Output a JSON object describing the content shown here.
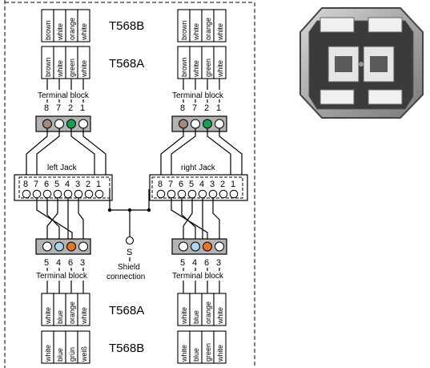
{
  "top_left": {
    "row1": [
      "brown",
      "white",
      "orange",
      "white"
    ],
    "row2": [
      "brown",
      "white",
      "green",
      "white"
    ],
    "terminal_label": "Terminal  block",
    "pins": [
      "8",
      "7",
      "2",
      "1"
    ]
  },
  "top_right": {
    "row1": [
      "brown",
      "white",
      "orange",
      "white"
    ],
    "row2": [
      "brown",
      "white",
      "green",
      "white"
    ],
    "terminal_label": "Terminal  block",
    "pins": [
      "8",
      "7",
      "2",
      "1"
    ]
  },
  "standards": {
    "top_b": "T568B",
    "top_a": "T568A",
    "bottom_a": "T568A",
    "bottom_b": "T568B"
  },
  "left_jack": {
    "label": "left  Jack",
    "pins": [
      "8",
      "7",
      "6",
      "5",
      "4",
      "3",
      "2",
      "1"
    ]
  },
  "right_jack": {
    "label": "right  Jack",
    "pins": [
      "8",
      "7",
      "6",
      "5",
      "4",
      "3",
      "2",
      "1"
    ]
  },
  "shield": {
    "symbol": "S",
    "label_line1": "Shield",
    "label_line2": "connection"
  },
  "bottom_left": {
    "pins": [
      "5",
      "4",
      "6",
      "3"
    ],
    "terminal_label": "Terminal  block",
    "row1": [
      "white",
      "blue",
      "orange",
      "white"
    ],
    "row2": [
      "white",
      "blue",
      "grün",
      "weiß"
    ]
  },
  "bottom_right": {
    "pins": [
      "5",
      "4",
      "6",
      "3"
    ],
    "terminal_label": "Terminal  block",
    "row1": [
      "white",
      "blue",
      "orange",
      "white"
    ],
    "row2": [
      "white",
      "blue",
      "green",
      "white"
    ]
  },
  "colors": {
    "brown": "#a08a78",
    "green": "#14a050",
    "lightblue": "#a9d8ec",
    "orange": "#e87722",
    "terminal_block": "#b3b3b3"
  }
}
